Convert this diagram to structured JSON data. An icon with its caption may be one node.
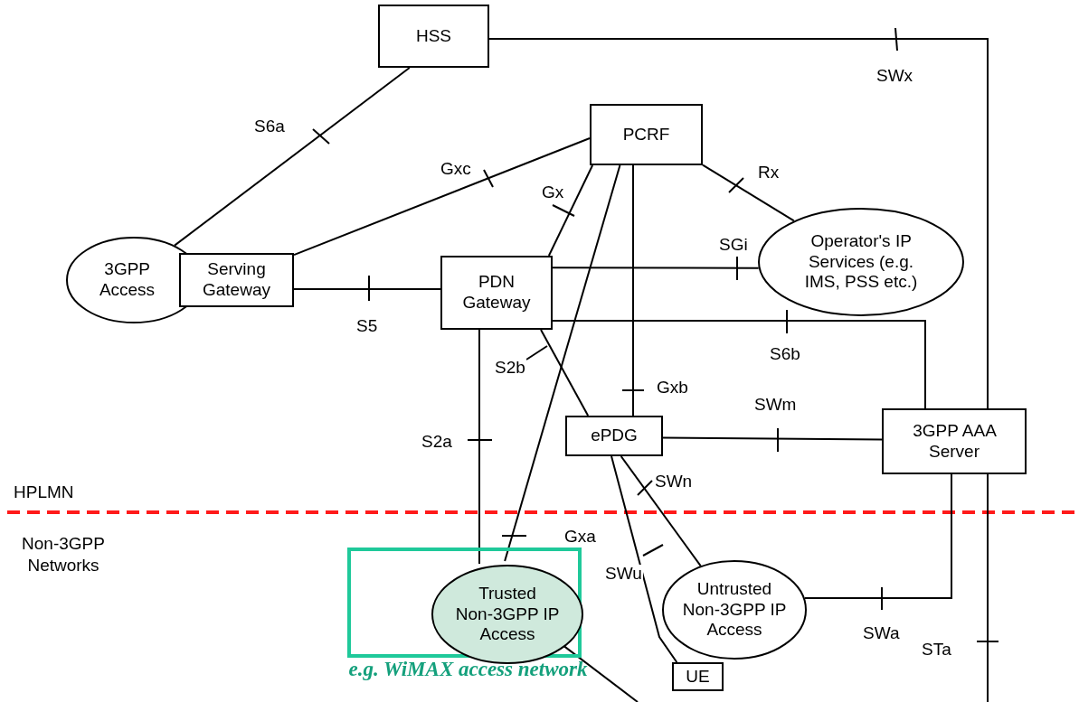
{
  "diagram": {
    "nodes": [
      {
        "text": [
          "HSS"
        ]
      },
      {
        "text": [
          "PCRF"
        ]
      },
      {
        "text": [
          "Operator's IP Services (e.g. IMS, PSS etc.)"
        ]
      },
      {
        "text": [
          "3GPP Access"
        ]
      },
      {
        "text": [
          "Serving Gateway"
        ]
      },
      {
        "text": [
          "PDN Gateway"
        ]
      },
      {
        "text": [
          "ePDG"
        ]
      },
      {
        "text": [
          "3GPP AAA Server"
        ]
      },
      {
        "text": [
          "e.g. WiMAX access network"
        ]
      },
      {
        "text": [
          "Trusted Non-3GPP IP Access"
        ],
        "in": 8
      },
      {
        "text": [
          "Untrusted Non-3GPP IP Access"
        ]
      },
      {
        "text": [
          "UE"
        ]
      }
    ],
    "edges": [
      {
        "from": 0,
        "to": 3,
        "arrow": "none",
        "label": "S6a"
      },
      {
        "from": 0,
        "to": 7,
        "arrow": "none",
        "label": "SWx"
      },
      {
        "from": 1,
        "to": 4,
        "arrow": "none",
        "label": "Gxc"
      },
      {
        "from": 1,
        "to": 5,
        "arrow": "none",
        "label": "Gx"
      },
      {
        "from": 1,
        "to": 2,
        "arrow": "none",
        "label": "Rx"
      },
      {
        "from": 1,
        "to": 9,
        "arrow": "none",
        "label": "Gxa"
      },
      {
        "from": 1,
        "to": 6,
        "arrow": "none",
        "label": "Gxb"
      },
      {
        "from": 4,
        "to": 5,
        "arrow": "none",
        "label": "S5"
      },
      {
        "from": 5,
        "to": 2,
        "arrow": "none",
        "label": "SGi"
      },
      {
        "from": 5,
        "to": 7,
        "arrow": "none",
        "label": "S6b"
      },
      {
        "from": 5,
        "to": 6,
        "arrow": "none",
        "label": "S2b"
      },
      {
        "from": 5,
        "to": 9,
        "arrow": "none",
        "label": "S2a"
      },
      {
        "from": 6,
        "to": 7,
        "arrow": "none",
        "label": "SWm"
      },
      {
        "from": 6,
        "to": 10,
        "arrow": "none",
        "label": "SWn"
      },
      {
        "from": 6,
        "to": 11,
        "arrow": "none",
        "label": "SWu"
      },
      {
        "from": 7,
        "to": 10,
        "arrow": "none",
        "label": "SWa"
      },
      {
        "from": 7,
        "to": null,
        "arrow": "none",
        "label": "STa"
      },
      {
        "from": 9,
        "to": null,
        "arrow": "none"
      }
    ],
    "labels": [
      "HPLMN",
      "Non-3GPP Networks"
    ]
  }
}
